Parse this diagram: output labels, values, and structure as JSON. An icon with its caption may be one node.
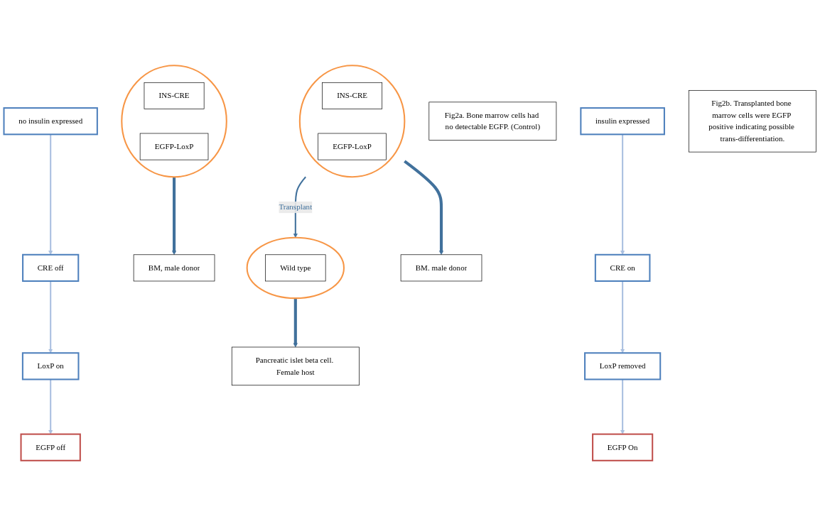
{
  "diagram": {
    "nodes": [
      {
        "text": [],
        "shape": "ellipse"
      },
      {
        "text": [
          "INS-CRE"
        ],
        "in": 0
      },
      {
        "text": [
          "EGFP-LoxP"
        ],
        "in": 0
      },
      {
        "text": [
          "BM, male donor"
        ]
      },
      {
        "text": [
          "no insulin expressed"
        ]
      },
      {
        "text": [
          "CRE off"
        ]
      },
      {
        "text": [
          "LoxP on"
        ]
      },
      {
        "text": [
          "EGFP off"
        ]
      },
      {
        "text": [
          "Fig2a. Bone marrow cells had no detectable EGFP. (Control)"
        ]
      },
      {
        "text": [],
        "shape": "ellipse"
      },
      {
        "text": [
          "INS-CRE"
        ],
        "in": 9
      },
      {
        "text": [
          "EGFP-LoxP"
        ],
        "in": 9
      },
      {
        "text": [
          "BM. male donor"
        ]
      },
      {
        "text": [],
        "shape": "ellipse"
      },
      {
        "text": [
          "Wild type"
        ],
        "in": 13
      },
      {
        "text": [
          "Pancreatic islet beta cell. Female host"
        ]
      },
      {
        "text": [
          "insulin expressed"
        ]
      },
      {
        "text": [
          "CRE on"
        ]
      },
      {
        "text": [
          "LoxP removed"
        ]
      },
      {
        "text": [
          "EGFP On"
        ]
      },
      {
        "text": [
          "Fig2b. Transplanted bone marrow cells were EGFP positive indicating possible trans-differentiation."
        ]
      }
    ],
    "edges": [
      {
        "from": 0,
        "to": 3,
        "arrow": "to",
        "style": "thick",
        "color": "#41719c"
      },
      {
        "from": 4,
        "to": 5,
        "arrow": "to"
      },
      {
        "from": 5,
        "to": 6,
        "arrow": "to"
      },
      {
        "from": 6,
        "to": 7,
        "arrow": "to"
      },
      {
        "from": 9,
        "to": 12,
        "arrow": "to",
        "style": "thick",
        "color": "#41719c"
      },
      {
        "from": 9,
        "to": 13,
        "arrow": "to",
        "label": "Transplant",
        "color": "#41719c"
      },
      {
        "from": 13,
        "to": 15,
        "arrow": "to",
        "style": "thick",
        "color": "#41719c"
      },
      {
        "from": 16,
        "to": 17,
        "arrow": "to"
      },
      {
        "from": 17,
        "to": 18,
        "arrow": "to"
      },
      {
        "from": 18,
        "to": 19,
        "arrow": "to"
      }
    ]
  }
}
